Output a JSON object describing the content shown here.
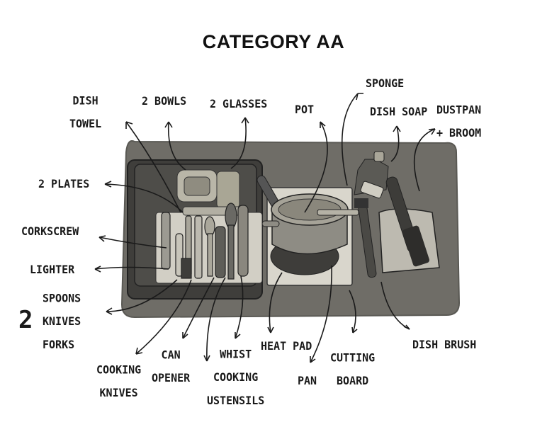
{
  "title": "CATEGORY AA",
  "labels": {
    "dish_towel": [
      "DISH",
      "TOWEL"
    ],
    "bowls": "2 BOWLS",
    "glasses": "2 GLASSES",
    "pot": "POT",
    "sponge": "SPONGE",
    "dish_soap": "DISH SOAP",
    "dustpan": [
      "DUSTPAN",
      "+ BROOM"
    ],
    "plates": "2 PLATES",
    "corkscrew": "CORKSCREW",
    "lighter": "LIGHTER",
    "cutlery_count": "2",
    "cutlery": [
      "SPOONS",
      "KNIVES",
      "FORKS"
    ],
    "cooking_knives": [
      "COOKING",
      "KNIVES"
    ],
    "can_opener": [
      "CAN",
      "OPENER"
    ],
    "whist": [
      "WHIST",
      "COOKING",
      "USTENSILS"
    ],
    "heat_pad": "HEAT PAD",
    "pan": "PAN",
    "cutting_board": [
      "CUTTING",
      "BOARD"
    ],
    "dish_brush": "DISH BRUSH"
  },
  "colors": {
    "mat": "#6f6d67",
    "bin": "#4b4a46",
    "board": "#d9d6cc",
    "ink": "#1a1a1a"
  }
}
